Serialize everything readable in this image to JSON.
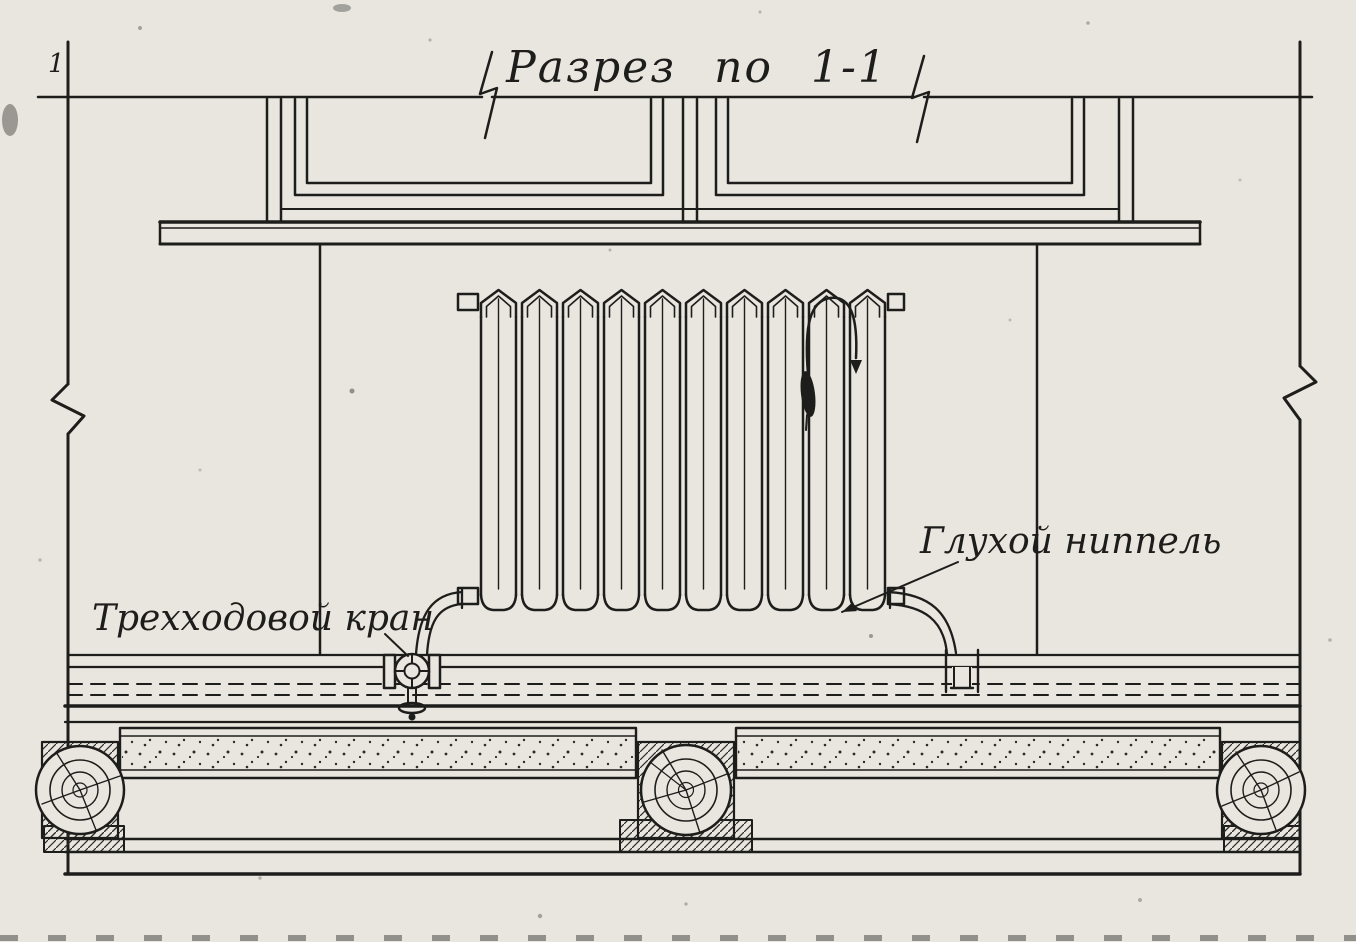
{
  "drawing": {
    "title": "Разрез по 1-1",
    "section_mark": "1",
    "labels": {
      "three_way_valve": "Трехходовой кран",
      "blind_nipple": "Глухой ниппель"
    },
    "colors": {
      "ink": "#1d1d1b",
      "paper": "#e9e6df"
    },
    "components": [
      "window",
      "window-sill",
      "radiator",
      "air-vent-pipe",
      "three-way-valve",
      "tee-fitting",
      "supply-pipe",
      "hidden-return-pipe",
      "floor-boards",
      "insulation-layer",
      "wood-joists"
    ]
  }
}
